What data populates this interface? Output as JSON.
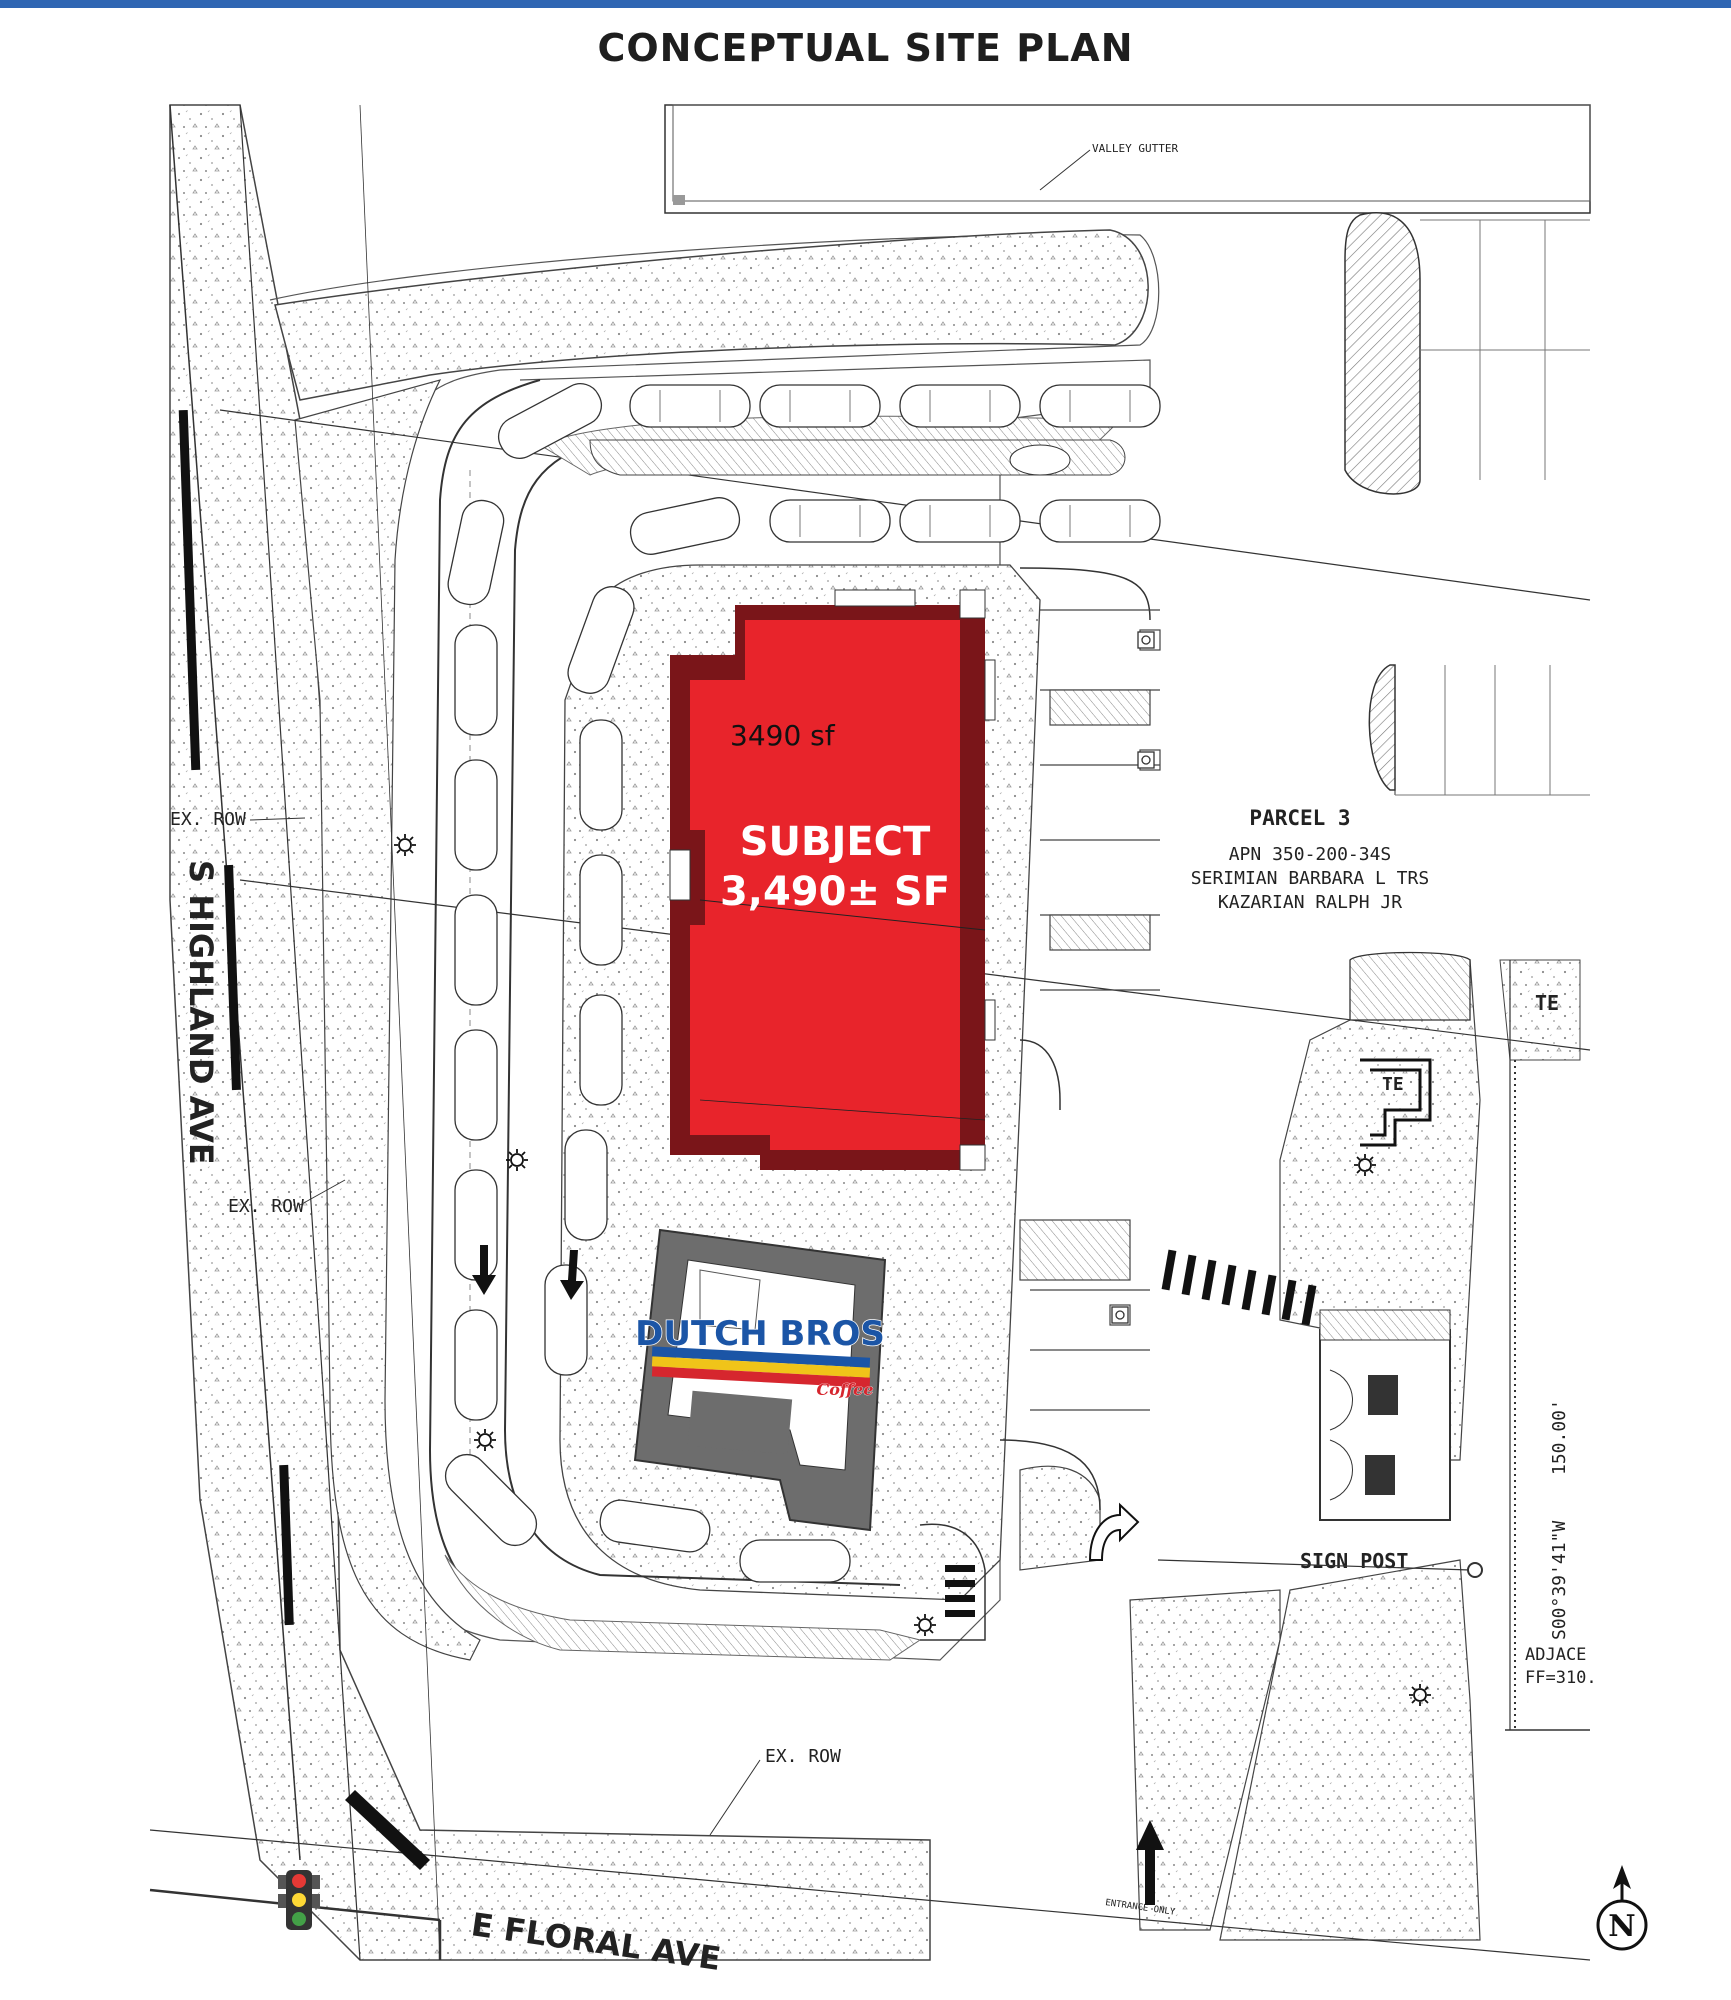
{
  "title": "CONCEPTUAL SITE PLAN",
  "subject": {
    "area_label": "3490  sf",
    "title": "SUBJECT",
    "area": "3,490± SF"
  },
  "tenant_logo": {
    "name": "DUTCH BROS",
    "subtitle": "Coffee"
  },
  "parcel": {
    "title": "PARCEL 3",
    "apn": "APN  350-200-34S",
    "owner_1": "SERIMIAN  BARBARA  L  TRS",
    "owner_2": "KAZARIAN  RALPH  JR"
  },
  "streets": {
    "west": "S HIGHLAND AVE",
    "south": "E FLORAL AVE"
  },
  "labels": {
    "ex_row": "EX. ROW",
    "valley_gutter": "VALLEY GUTTER",
    "sign_post": "SIGN POST",
    "te": "TE",
    "bearing": "S00°39'41\"W",
    "distance": "150.00'",
    "adjacent": "ADJACE",
    "ff": "FF=310.",
    "entrance_only": "ENTRANCE ONLY",
    "north": "N"
  },
  "colors": {
    "building_red": "#e8242b",
    "building_dark": "#7a1519",
    "tenant_gray": "#6d6d6d",
    "frame_blue": "#2f66b3"
  },
  "icons": [
    "traffic-light-icon",
    "north-arrow-icon",
    "light-pole-icon",
    "accessible-parking-icon",
    "direction-arrow-icon"
  ]
}
